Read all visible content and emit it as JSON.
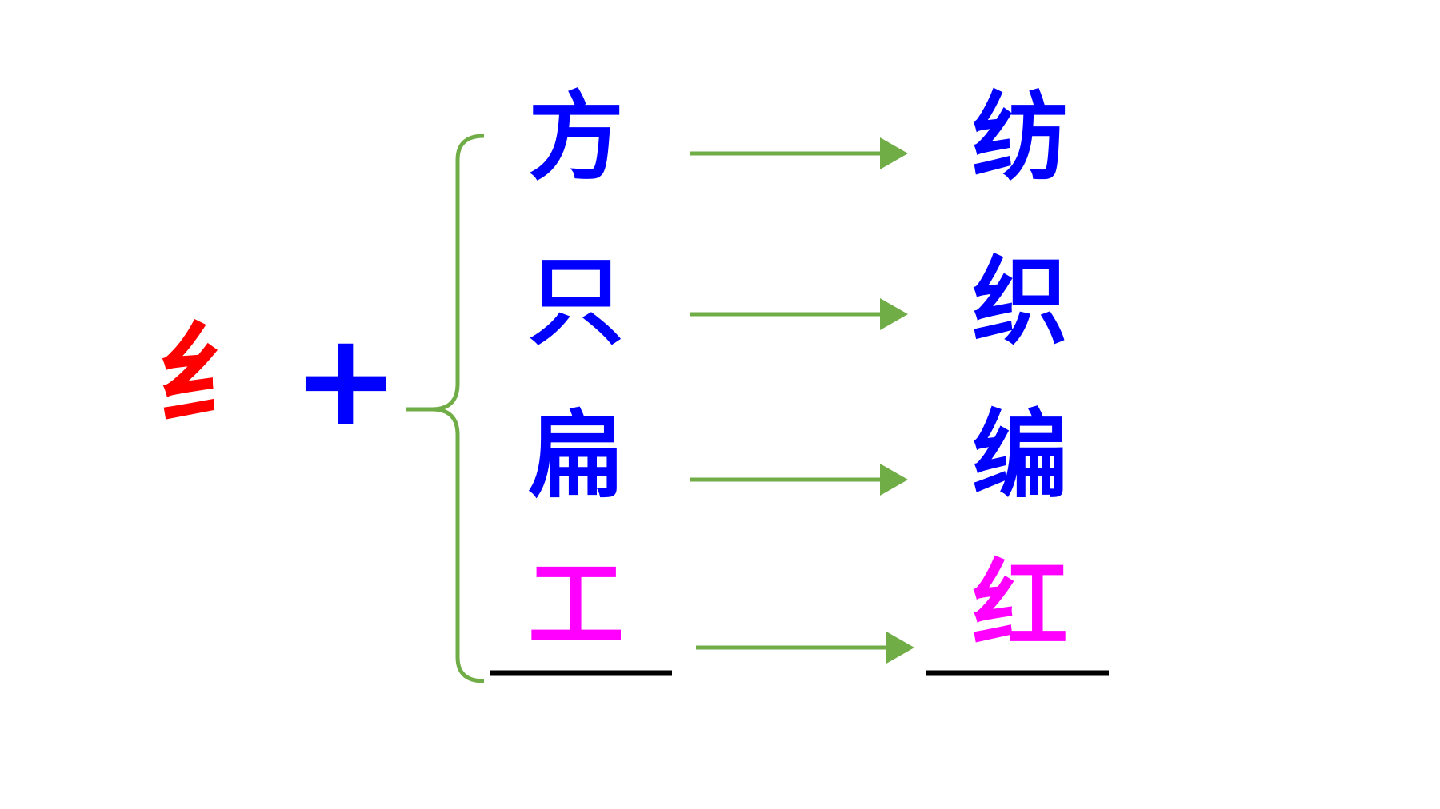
{
  "diagram": {
    "radical": "纟",
    "plus": "+",
    "rows": [
      {
        "source": "方",
        "result": "纺"
      },
      {
        "source": "只",
        "result": "织"
      },
      {
        "source": "扁",
        "result": "编"
      },
      {
        "source": "工",
        "result": "红"
      }
    ]
  },
  "colors": {
    "radical": "#ff0000",
    "plus": "#0000ff",
    "characters": "#0000ff",
    "highlight": "#ff00ff",
    "brace_and_arrows": "#70ad47",
    "blank_lines": "#000000"
  },
  "icons": {
    "brace": "curly-brace",
    "arrows": "right-arrow"
  }
}
